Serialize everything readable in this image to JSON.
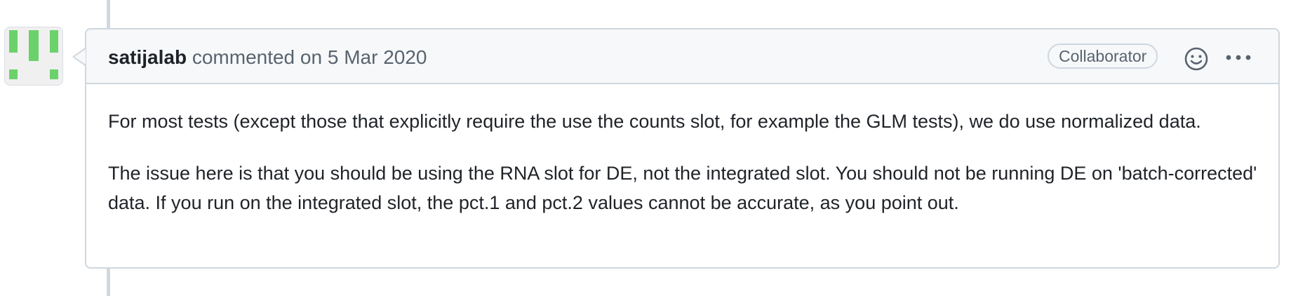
{
  "comment": {
    "author": "satijalab",
    "action": "commented on",
    "date": "5 Mar 2020",
    "role_badge": "Collaborator",
    "paragraphs": [
      "For most tests (except those that explicitly require the use the counts slot, for example the GLM tests), we do use normalized data.",
      "The issue here is that you should be using the RNA slot for DE, not the integrated slot. You should not be running DE on 'batch-corrected' data. If you run on the integrated slot, the pct.1 and pct.2 values cannot be accurate, as you point out."
    ]
  },
  "icons": {
    "avatar": "identicon-avatar",
    "reaction": "smiley-icon",
    "more": "kebab-horizontal-icon"
  },
  "colors": {
    "identicon_green": "#6bd26b",
    "border": "#d0d7de",
    "header_bg": "#f6f8fa",
    "muted_text": "#59636e",
    "text": "#1f2328"
  }
}
